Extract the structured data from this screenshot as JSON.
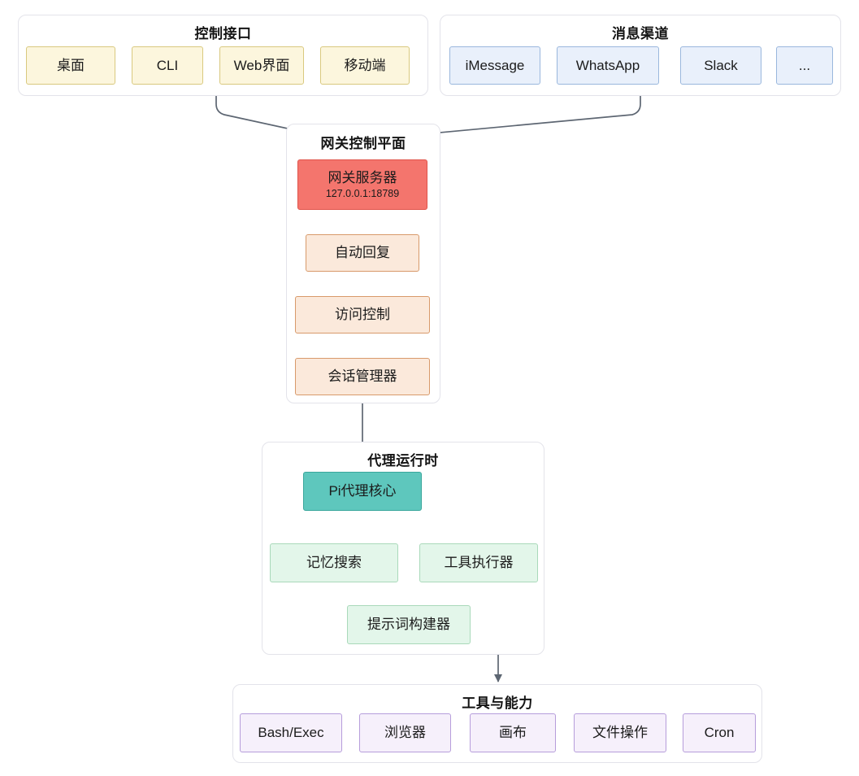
{
  "diagram": {
    "title_hidden": "",
    "clusters": [
      {
        "id": "control-interfaces",
        "title": "控制接口",
        "nodes": [
          {
            "id": "desktop",
            "label": "桌面"
          },
          {
            "id": "cli",
            "label": "CLI"
          },
          {
            "id": "web-ui",
            "label": "Web界面"
          },
          {
            "id": "mobile",
            "label": "移动端"
          }
        ]
      },
      {
        "id": "message-channels",
        "title": "消息渠道",
        "nodes": [
          {
            "id": "imessage",
            "label": "iMessage"
          },
          {
            "id": "whatsapp",
            "label": "WhatsApp"
          },
          {
            "id": "slack",
            "label": "Slack"
          },
          {
            "id": "more-channels",
            "label": "..."
          }
        ]
      },
      {
        "id": "gateway-control-plane",
        "title": "网关控制平面",
        "nodes": [
          {
            "id": "gateway-server",
            "label": "网关服务器",
            "sub": "127.0.0.1:18789"
          },
          {
            "id": "auto-reply",
            "label": "自动回复"
          },
          {
            "id": "access-control",
            "label": "访问控制"
          },
          {
            "id": "session-manager",
            "label": "会话管理器"
          }
        ]
      },
      {
        "id": "agent-runtime",
        "title": "代理运行时",
        "nodes": [
          {
            "id": "pi-agent-core",
            "label": "Pi代理核心"
          },
          {
            "id": "memory-search",
            "label": "记忆搜索"
          },
          {
            "id": "tool-executor",
            "label": "工具执行器"
          },
          {
            "id": "prompt-builder",
            "label": "提示词构建器"
          }
        ]
      },
      {
        "id": "tools-and-capabilities",
        "title": "工具与能力",
        "nodes": [
          {
            "id": "bash-exec",
            "label": "Bash/Exec"
          },
          {
            "id": "browser",
            "label": "浏览器"
          },
          {
            "id": "canvas",
            "label": "画布"
          },
          {
            "id": "file-ops",
            "label": "文件操作"
          },
          {
            "id": "cron",
            "label": "Cron"
          }
        ]
      }
    ],
    "colors": {
      "control_fill": "#fcf6dd",
      "control_stroke": "#d9c97f",
      "channel_fill": "#e9f0fb",
      "channel_stroke": "#9ab7dd",
      "gateway_server_fill": "#f4756d",
      "gateway_server_stroke": "#e0534a",
      "gateway_step_fill": "#fbe9db",
      "gateway_step_stroke": "#d89a6b",
      "agent_core_fill": "#5ec7bd",
      "agent_core_stroke": "#3aa79c",
      "agent_node_fill": "#e3f6ea",
      "agent_node_stroke": "#a9d9ba",
      "tool_fill": "#f6f0fb",
      "tool_stroke": "#b69ddb",
      "edge_stroke": "#5d6672",
      "cluster_stroke": "#e3e3ea",
      "background": "#ffffff"
    }
  }
}
